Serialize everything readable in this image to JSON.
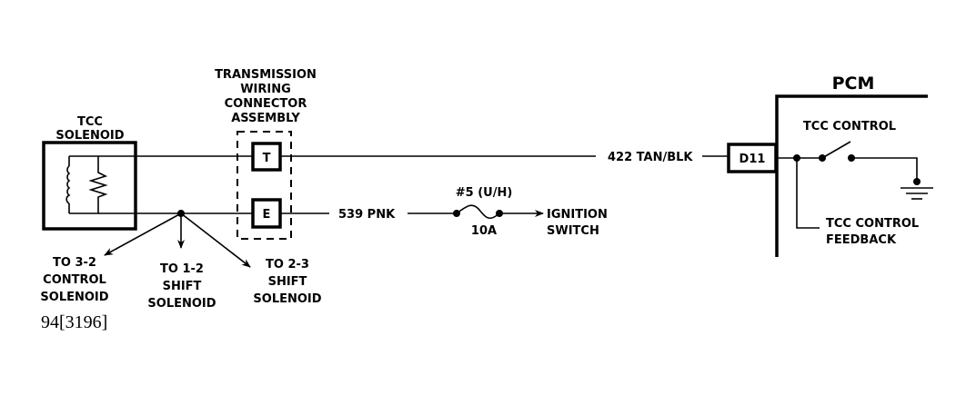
{
  "diagram": {
    "type": "automotive wiring schematic",
    "reference_number": "94[3196]",
    "components": {
      "tcc_solenoid": {
        "label_line1": "TCC",
        "label_line2": "SOLENOID"
      },
      "connector": {
        "label_line1": "TRANSMISSION",
        "label_line2": "WIRING",
        "label_line3": "CONNECTOR",
        "label_line4": "ASSEMBLY",
        "pins": [
          {
            "id": "T"
          },
          {
            "id": "E"
          }
        ]
      },
      "fuse": {
        "label_top": "#5 (U/H)",
        "label_bottom": "10A"
      },
      "ignition": {
        "label_line1": "IGNITION",
        "label_line2": "SWITCH"
      },
      "pcm": {
        "label": "PCM",
        "pin": "D11",
        "switch_label": "TCC CONTROL",
        "feedback_label_line1": "TCC CONTROL",
        "feedback_label_line2": "FEEDBACK"
      }
    },
    "wires": {
      "top": {
        "circuit": "422 TAN/BLK"
      },
      "bottom": {
        "circuit": "539 PNK"
      }
    },
    "branches": {
      "left": {
        "line1": "TO 3-2",
        "line2": "CONTROL",
        "line3": "SOLENOID"
      },
      "center": {
        "line1": "TO 1-2",
        "line2": "SHIFT",
        "line3": "SOLENOID"
      },
      "right": {
        "line1": "TO 2-3",
        "line2": "SHIFT",
        "line3": "SOLENOID"
      }
    }
  }
}
